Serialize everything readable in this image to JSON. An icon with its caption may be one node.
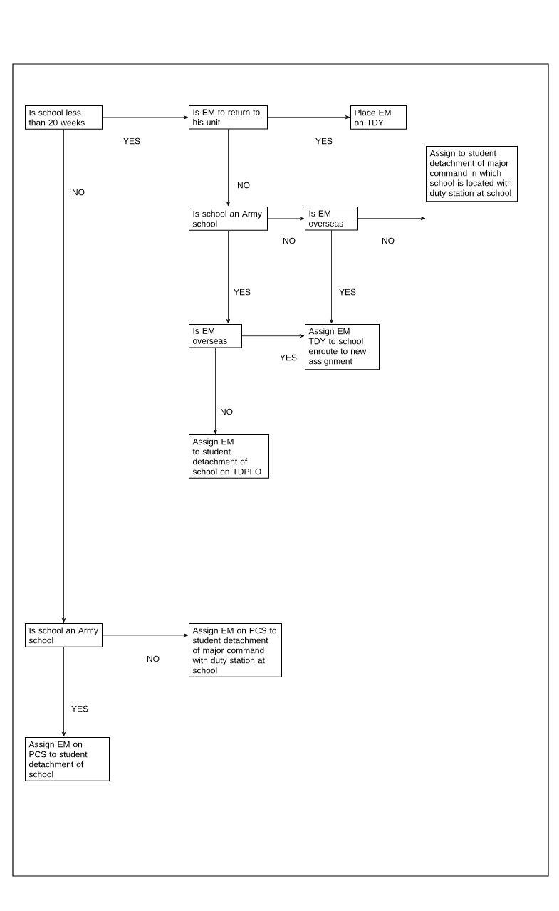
{
  "diagram": {
    "nodes": [
      {
        "text": [
          "Is school less than 20 weeks"
        ]
      },
      {
        "text": [
          "Is EM to return to his unit"
        ]
      },
      {
        "text": [
          "Place EM on TDY"
        ]
      },
      {
        "text": [
          "Assign to student detachment of major command in which school is located with duty station at school"
        ]
      },
      {
        "text": [
          "Is school an Army school"
        ]
      },
      {
        "text": [
          "Is EM overseas"
        ]
      },
      {
        "text": [
          "Is EM overseas"
        ]
      },
      {
        "text": [
          "Assign EM TDY to school enroute to new assignment"
        ]
      },
      {
        "text": [
          "Assign EM to student detachment of school on TDPFO"
        ]
      },
      {
        "text": [
          "Is school an Army school"
        ]
      },
      {
        "text": [
          "Assign EM on PCS to student detachment of major command with duty station at school"
        ]
      },
      {
        "text": [
          "Assign EM on PCS to student detachment of school"
        ]
      }
    ],
    "edges": [
      {
        "from": 0,
        "to": 1,
        "arrow": "to",
        "label": "YES"
      },
      {
        "from": 1,
        "to": 2,
        "arrow": "to",
        "label": "YES"
      },
      {
        "from": 0,
        "to": 9,
        "arrow": "to",
        "label": "NO"
      },
      {
        "from": 1,
        "to": 4,
        "arrow": "to",
        "label": "NO"
      },
      {
        "from": 4,
        "to": 5,
        "arrow": "to",
        "label": "NO"
      },
      {
        "from": 5,
        "to": 3,
        "arrow": "to",
        "label": "NO"
      },
      {
        "from": 5,
        "to": 7,
        "arrow": "to",
        "label": "YES"
      },
      {
        "from": 4,
        "to": 6,
        "arrow": "to",
        "label": "YES"
      },
      {
        "from": 6,
        "to": 7,
        "arrow": "to",
        "label": "YES"
      },
      {
        "from": 6,
        "to": 8,
        "arrow": "to",
        "label": "NO"
      },
      {
        "from": 9,
        "to": 10,
        "arrow": "to",
        "label": "NO"
      },
      {
        "from": 9,
        "to": 11,
        "arrow": "to",
        "label": "YES"
      }
    ]
  }
}
